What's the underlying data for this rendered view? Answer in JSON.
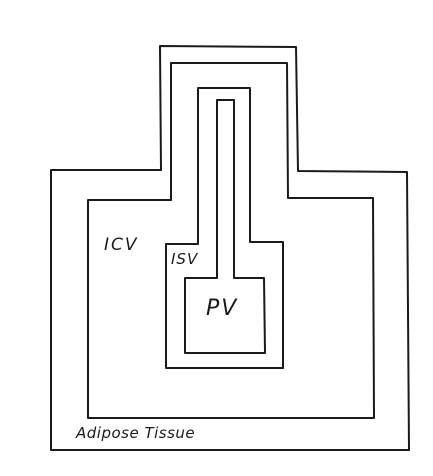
{
  "labels": {
    "icv": "ICV",
    "isv": "ISV",
    "pv": "PV",
    "adipose": "Adipose Tissue"
  },
  "colors": {
    "stroke": "#1a1a1a",
    "background": "#ffffff"
  }
}
